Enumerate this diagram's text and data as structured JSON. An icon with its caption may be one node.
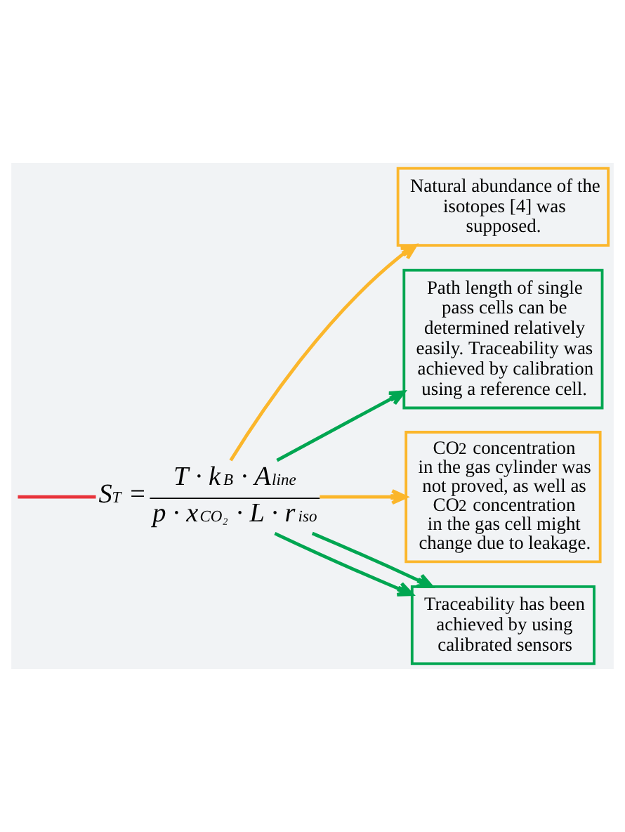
{
  "diagram": {
    "nodes": [
      {
        "text": [
          "S$_{T}$ =",
          "T · k$_{B}$ · A$_{line}$",
          "p · x$_{CO₂}$ · L · r$_{iso}$"
        ]
      },
      {
        "text": [
          "Natural abundance of the isotopes [4] was supposed."
        ]
      },
      {
        "text": [
          "Path length of single pass cells can be determined relatively easily. Traceability was achieved by calibration using a reference cell."
        ]
      },
      {
        "text": [
          "CO$_{2}$ concentration in the gas cylinder was not proved, as well as CO$_{2}$ concentration in the gas cell might change due to leakage."
        ]
      },
      {
        "text": [
          "Traceability has been achieved by using calibrated sensors"
        ]
      }
    ],
    "edges": [
      {
        "from": null,
        "to": 0,
        "arrow": "none",
        "color": "#e8333b"
      },
      {
        "from": 0,
        "to": 1,
        "arrow": "to",
        "color": "#fbb62b"
      },
      {
        "from": 0,
        "to": 2,
        "arrow": "to",
        "color": "#00a651"
      },
      {
        "from": 0,
        "to": 3,
        "arrow": "to",
        "color": "#fbb62b"
      },
      {
        "from": 0,
        "to": 4,
        "arrow": "to",
        "color": "#00a651"
      },
      {
        "from": 0,
        "to": 4,
        "arrow": "to",
        "color": "#00a651"
      }
    ]
  }
}
